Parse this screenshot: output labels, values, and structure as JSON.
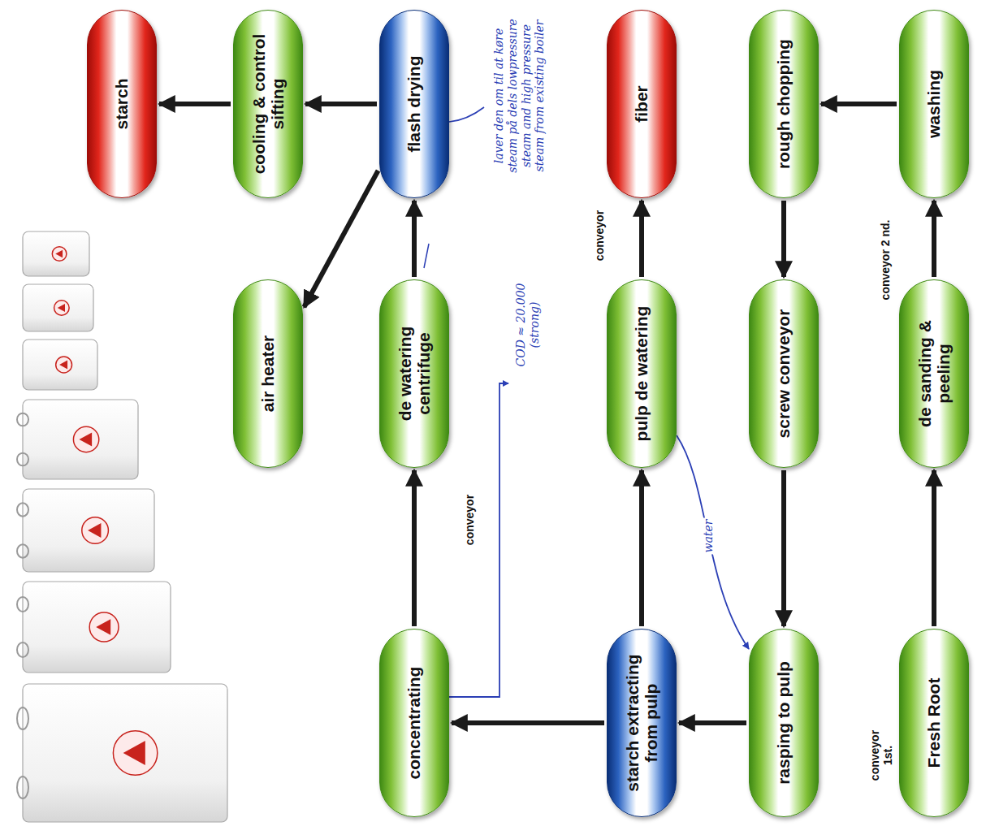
{
  "diagram": {
    "nodes": [
      {
        "text": [
          "Fresh Root"
        ]
      },
      {
        "text": [
          "de sanding & peeling"
        ]
      },
      {
        "text": [
          "washing"
        ]
      },
      {
        "text": [
          "rough chopping"
        ]
      },
      {
        "text": [
          "screw conveyor"
        ]
      },
      {
        "text": [
          "rasping to pulp"
        ]
      },
      {
        "text": [
          "starch extracting from pulp"
        ]
      },
      {
        "text": [
          "pulp de watering"
        ]
      },
      {
        "text": [
          "fiber"
        ]
      },
      {
        "text": [
          "concentrating"
        ]
      },
      {
        "text": [
          "de watering centrifuge"
        ]
      },
      {
        "text": [
          "flash drying"
        ]
      },
      {
        "text": [
          "air heater"
        ]
      },
      {
        "text": [
          "cooling & control sifting"
        ]
      },
      {
        "text": [
          "starch"
        ]
      }
    ],
    "edges": [
      {
        "from": 0,
        "to": 1,
        "arrow": "to"
      },
      {
        "from": 1,
        "to": 2,
        "arrow": "to"
      },
      {
        "from": 2,
        "to": 3,
        "arrow": "to"
      },
      {
        "from": 3,
        "to": 4,
        "arrow": "to"
      },
      {
        "from": 4,
        "to": 5,
        "arrow": "to"
      },
      {
        "from": 5,
        "to": 6,
        "arrow": "to"
      },
      {
        "from": 6,
        "to": 7,
        "arrow": "to"
      },
      {
        "from": 7,
        "to": 8,
        "arrow": "to"
      },
      {
        "from": 6,
        "to": 9,
        "arrow": "to"
      },
      {
        "from": 9,
        "to": 10,
        "arrow": "to"
      },
      {
        "from": 10,
        "to": 11,
        "arrow": "to"
      },
      {
        "from": 11,
        "to": 13,
        "arrow": "to"
      },
      {
        "from": 13,
        "to": 14,
        "arrow": "to"
      },
      {
        "from": 11,
        "to": 12,
        "arrow": "to"
      },
      {
        "from": 7,
        "to": 5,
        "label": "water",
        "arrow": "to"
      }
    ],
    "labels": [
      "laver den om til at køre steam på dels lowpressure steam and high pressure steam from existing boiler",
      "COD ≈ 20.000 (strong)",
      "conveyor",
      "conveyor",
      "conveyor 2 nd.",
      "conveyor 1st."
    ]
  }
}
